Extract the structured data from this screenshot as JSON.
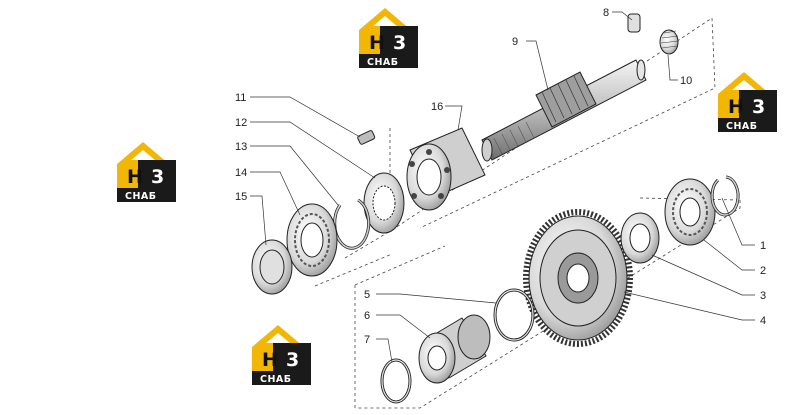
{
  "logo": {
    "letter": "H",
    "digit": "3",
    "caption": "СНАБ",
    "accent": "#f2b705",
    "dark": "#1a1a1a"
  },
  "callouts": {
    "c1": "1",
    "c2": "2",
    "c3": "3",
    "c4": "4",
    "c5": "5",
    "c6": "6",
    "c7": "7",
    "c8": "8",
    "c9": "9",
    "c10": "10",
    "c11": "11",
    "c12": "12",
    "c13": "13",
    "c14": "14",
    "c15": "15",
    "c16": "16"
  }
}
